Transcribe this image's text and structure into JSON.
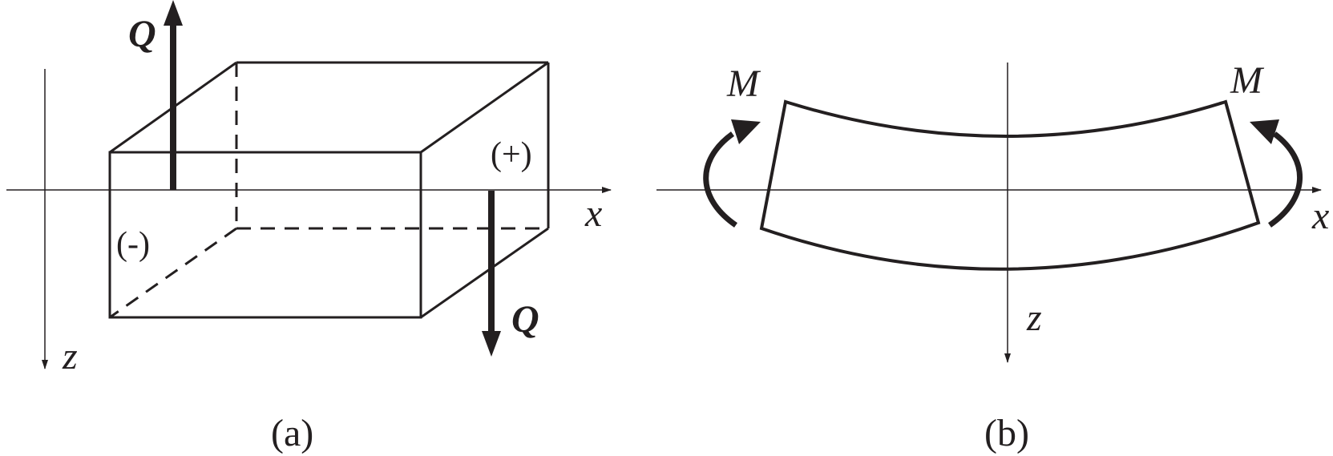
{
  "panel_a": {
    "caption": "(a)",
    "axis_x_label": "x",
    "axis_z_label": "z",
    "shear_top_label": "Q",
    "shear_bottom_label": "Q",
    "face_negative_label": "(-)",
    "face_positive_label": "(+)"
  },
  "panel_b": {
    "caption": "(b)",
    "axis_x_label": "x",
    "axis_z_label": "z",
    "moment_left_label": "M",
    "moment_right_label": "M"
  },
  "colors": {
    "ink": "#231f20",
    "background": "#ffffff"
  }
}
